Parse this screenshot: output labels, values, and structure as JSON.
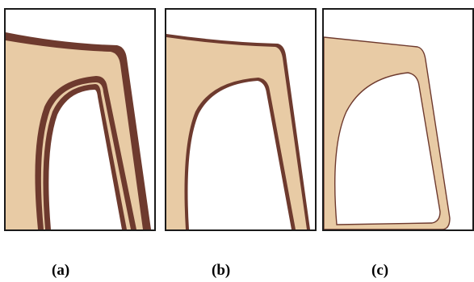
{
  "panels": [
    {
      "id": "a",
      "label": "(a)",
      "fill": "#e8cba5",
      "outline": "#6e3a2e",
      "outline_level": "thick"
    },
    {
      "id": "b",
      "label": "(b)",
      "fill": "#e8cba5",
      "outline": "#6e3a2e",
      "outline_level": "medium"
    },
    {
      "id": "c",
      "label": "(c)",
      "fill": "#e8cba5",
      "outline": "#6e3a2e",
      "outline_level": "thin"
    }
  ]
}
